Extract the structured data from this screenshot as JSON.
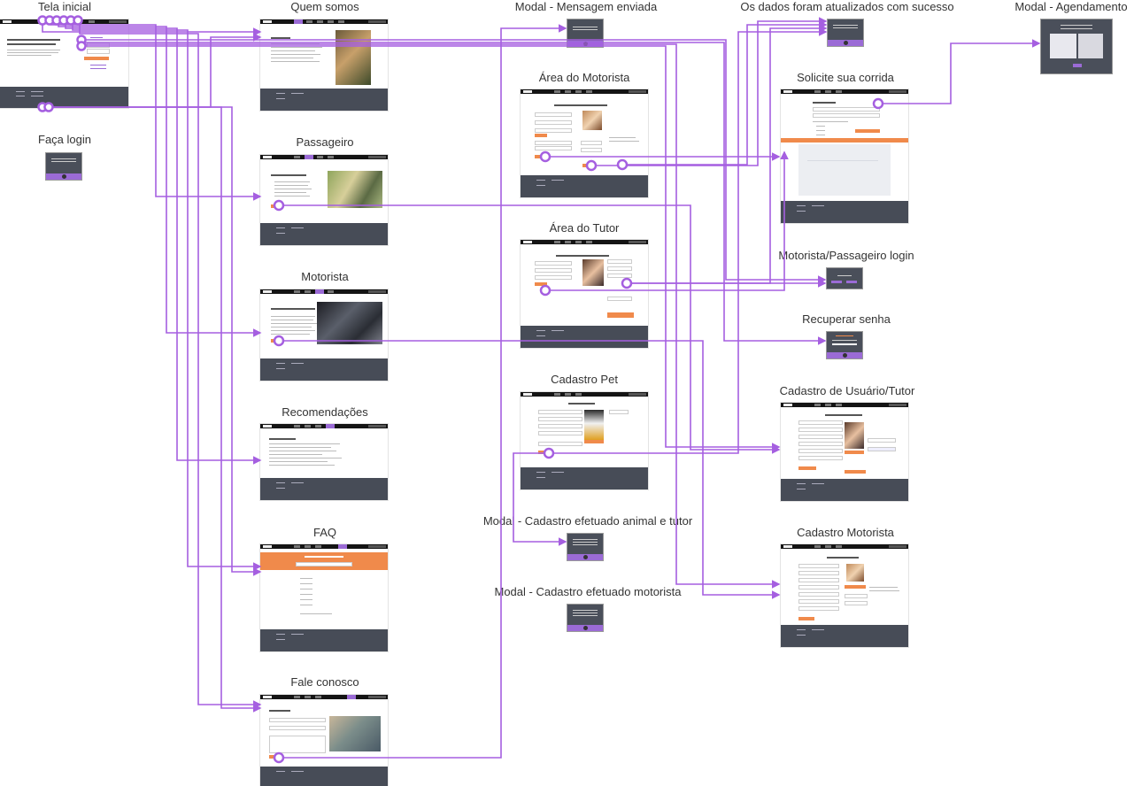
{
  "labels": {
    "tela_inicial": "Tela inicial",
    "faca_login": "Faça login",
    "quem_somos": "Quem somos",
    "passageiro": "Passageiro",
    "motorista": "Motorista",
    "recomendacoes": "Recomendações",
    "faq": "FAQ",
    "fale_conosco": "Fale conosco",
    "modal_mensagem": "Modal - Mensagem enviada",
    "area_motorista": "Área do Motorista",
    "area_tutor": "Área do Tutor",
    "cadastro_pet": "Cadastro Pet",
    "modal_cadastro_animal": "Modal - Cadastro efetuado animal e tutor",
    "modal_cadastro_motorista": "Modal - Cadastro efetuado motorista",
    "dados_atualizados": "Os dados foram atualizados com sucesso",
    "solicite_corrida": "Solicite sua corrida",
    "motorista_passageiro_login": "Motorista/Passageiro login",
    "recuperar_senha": "Recuperar senha",
    "cadastro_usuario_tutor": "Cadastro de Usuário/Tutor",
    "cadastro_motorista": "Cadastro Motorista",
    "modal_agendamento": "Modal - Agendamento"
  },
  "colors": {
    "link": "#a55fe0",
    "accent_orange": "#f08a4b",
    "accent_purple": "#9b6bd6",
    "footer": "#474c57",
    "nav": "#141414"
  }
}
